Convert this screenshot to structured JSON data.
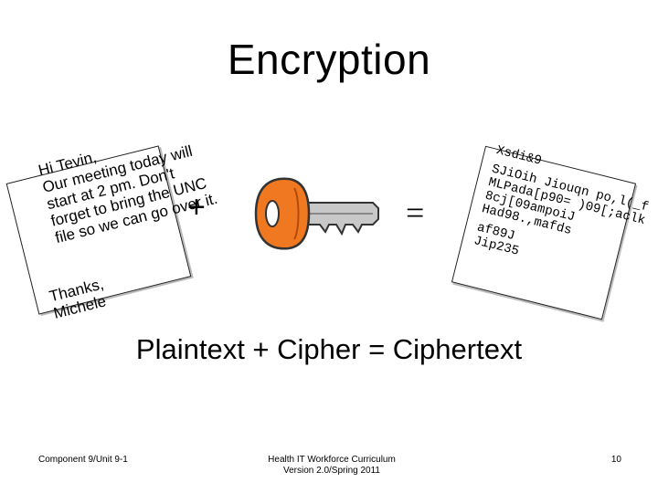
{
  "title": "Encryption",
  "plaintext_card": {
    "lines": [
      "Hi Tevin,",
      "Our meeting today will",
      "start at 2 pm. Don't",
      "forget to bring the UNC",
      "file so we can go over it."
    ],
    "signoff": [
      "Thanks,",
      "Michele"
    ]
  },
  "operators": {
    "plus": "+",
    "equals": "="
  },
  "ciphertext_card": {
    "lines": [
      "Xsdi&9",
      "SJiOih Jiouqn po,l(_f",
      "MLPada[p90= )09[;aclk",
      "8cj[09ampoiJ",
      "Had98.,mafds",
      "af89J",
      "Jip235"
    ]
  },
  "key_image": {
    "icon": "key-icon",
    "bow_color": "#f07820",
    "blade_color": "#c8c8c8"
  },
  "equation": "Plaintext + Cipher = Ciphertext",
  "footer": {
    "left": "Component 9/Unit 9-1",
    "center_line1": "Health IT Workforce Curriculum",
    "center_line2": "Version 2.0/Spring 2011",
    "right": "10"
  }
}
